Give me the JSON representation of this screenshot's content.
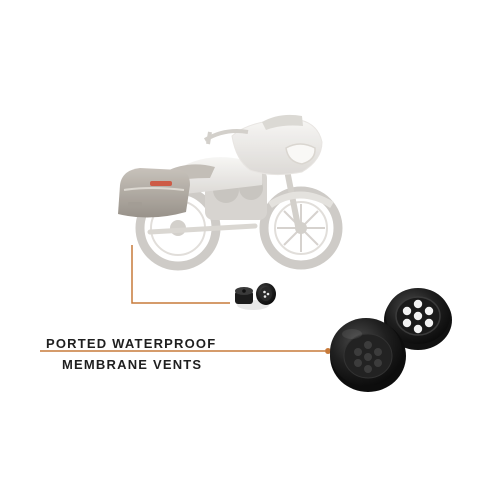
{
  "caption": {
    "line_1": "PORTED WATERPROOF",
    "line_2": "MEMBRANE VENTS"
  },
  "colors": {
    "background": "#ffffff",
    "leader_line": "#c77a3a",
    "vent_body": "#1a1a1a",
    "motorcycle_body": "#e9e7e4",
    "saddlebag": "#a9a39b"
  },
  "icons": {
    "motorcycle": "motorcycle-illustration",
    "small_vents": "small-vents-photo",
    "large_vents": "large-vents-photo"
  }
}
